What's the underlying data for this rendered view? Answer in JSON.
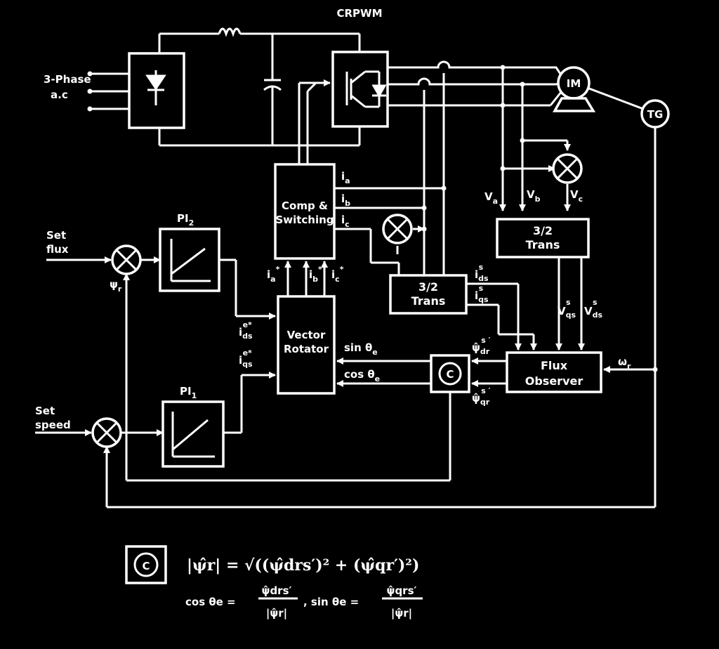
{
  "title": "CRPWM",
  "source": {
    "line1": "3-Phase",
    "line2": "a.c"
  },
  "motor": "IM",
  "tacho": "TG",
  "blocks": {
    "comp_line1": "Comp &",
    "comp_line2": "Switching",
    "vr_line1": "Vector",
    "vr_line2": "Rotator",
    "trans_a_line1": "3/2",
    "trans_a_line2": "Trans",
    "trans_b_line1": "3/2",
    "trans_b_line2": "Trans",
    "flux_line1": "Flux",
    "flux_line2": "Observer",
    "pi1": "PI",
    "pi1_sub": "1",
    "pi2": "PI",
    "pi2_sub": "2",
    "c_block": "C"
  },
  "inputs": {
    "set_flux_1": "Set",
    "set_flux_2": "flux",
    "set_speed_1": "Set",
    "set_speed_2": "speed"
  },
  "signals": {
    "ia": "i",
    "ia_sub": "a",
    "ib": "i",
    "ib_sub": "b",
    "ic": "i",
    "ic_sub": "c",
    "ia_ref": "i",
    "ia_ref_sub": "a",
    "ib_ref": "i",
    "ib_ref_sub": "b",
    "ic_ref": "i",
    "ic_ref_sub": "c",
    "star": "*",
    "ids_e": "i",
    "ids_e_sub": "ds",
    "ids_e_sup": "e*",
    "iqs_e": "i",
    "iqs_e_sub": "qs",
    "iqs_e_sup": "e*",
    "ids_s": "i",
    "ids_s_sub": "ds",
    "ids_s_sup": "s",
    "iqs_s": "i",
    "iqs_s_sub": "qs",
    "iqs_s_sup": "s",
    "va": "V",
    "va_sub": "a",
    "vb": "V",
    "vb_sub": "b",
    "vc": "V",
    "vc_sub": "c",
    "vqs": "V",
    "vqs_sub": "qs",
    "vqs_sup": "s",
    "vds": "V",
    "vds_sub": "ds",
    "vds_sup": "s",
    "sin": "sin θ",
    "sin_sub": "e",
    "cos": "cos θ",
    "cos_sub": "e",
    "psi_dr": "ψ̂",
    "psi_dr_sub": "dr",
    "psi_dr_sup": "s ′",
    "psi_qr": "ψ̂",
    "psi_qr_sub": "qr",
    "psi_qr_sup": "s ′",
    "psi_r": "ψ",
    "psi_r_sub": "r",
    "wr": "ω",
    "wr_sub": "r"
  },
  "legend": {
    "c_symbol": "C",
    "eq1": "|ψ̂r| = √((ψ̂drs′)² + (ψ̂qr′)²)",
    "cos_lhs": "cos θe =",
    "cos_num": "ψ̂drs′",
    "cos_den": "|ψ̂r|",
    "sin_lhs": ", sin θe =",
    "sin_num": "ψ̂qrs′",
    "sin_den": "|ψ̂r|"
  }
}
